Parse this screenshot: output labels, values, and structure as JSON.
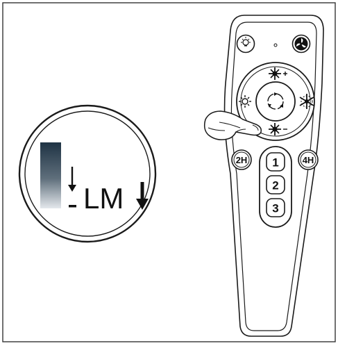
{
  "zoom_display": {
    "indicator_text": "LM"
  },
  "remote": {
    "buttons": {
      "light": {
        "icon": "bulb-icon"
      },
      "fan": {
        "icon": "fan-icon"
      },
      "brightness_up": {
        "icon": "brightness-up-icon"
      },
      "warm_light": {
        "icon": "sun-icon"
      },
      "center": {
        "icon": "cycle-icon"
      },
      "cool_light": {
        "icon": "snowflake-icon"
      },
      "brightness_down": {
        "icon": "brightness-down-icon"
      },
      "timer_2h": {
        "label": "2H"
      },
      "timer_4h": {
        "label": "4H"
      },
      "speed_1": {
        "label": "1"
      },
      "speed_2": {
        "label": "2"
      },
      "speed_3": {
        "label": "3"
      }
    }
  }
}
